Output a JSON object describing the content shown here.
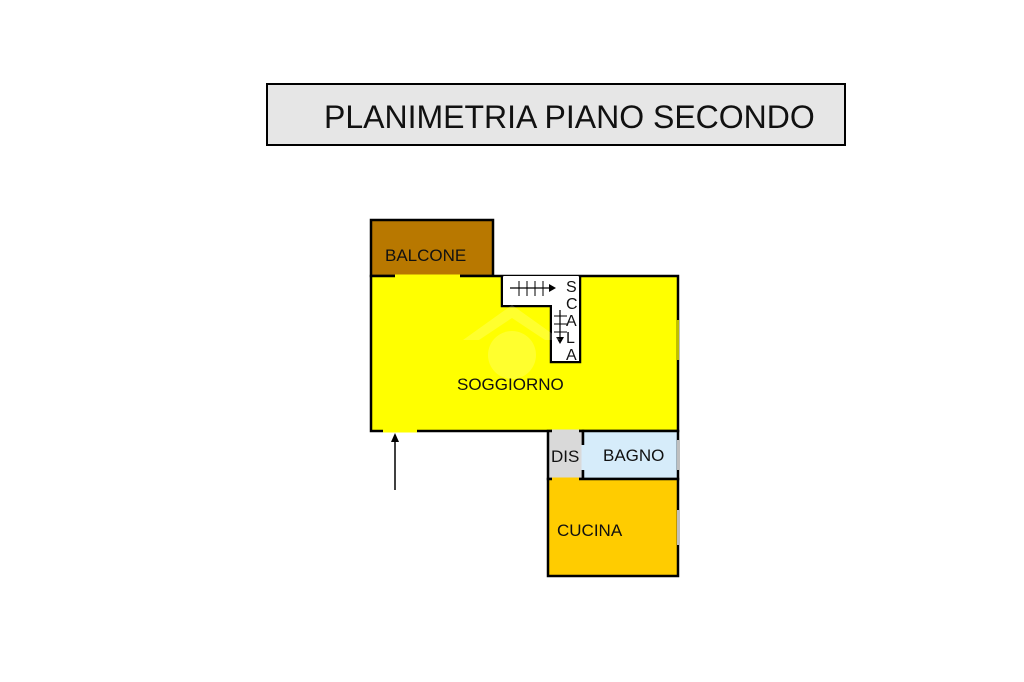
{
  "title": "PLANIMETRIA PIANO SECONDO",
  "rooms": {
    "balcone": "BALCONE",
    "soggiorno": "SOGGIORNO",
    "dis": "DIS",
    "bagno": "BAGNO",
    "cucina": "CUCINA"
  },
  "stair_letters": [
    "S",
    "C",
    "A",
    "L",
    "A"
  ],
  "colors": {
    "balcone": "#b87800",
    "soggiorno": "#ffff00",
    "dis": "#d9d9d9",
    "bagno": "#d6ecfa",
    "cucina": "#ffcc00",
    "title_bg": "#e6e6e6",
    "wall": "#000000"
  }
}
